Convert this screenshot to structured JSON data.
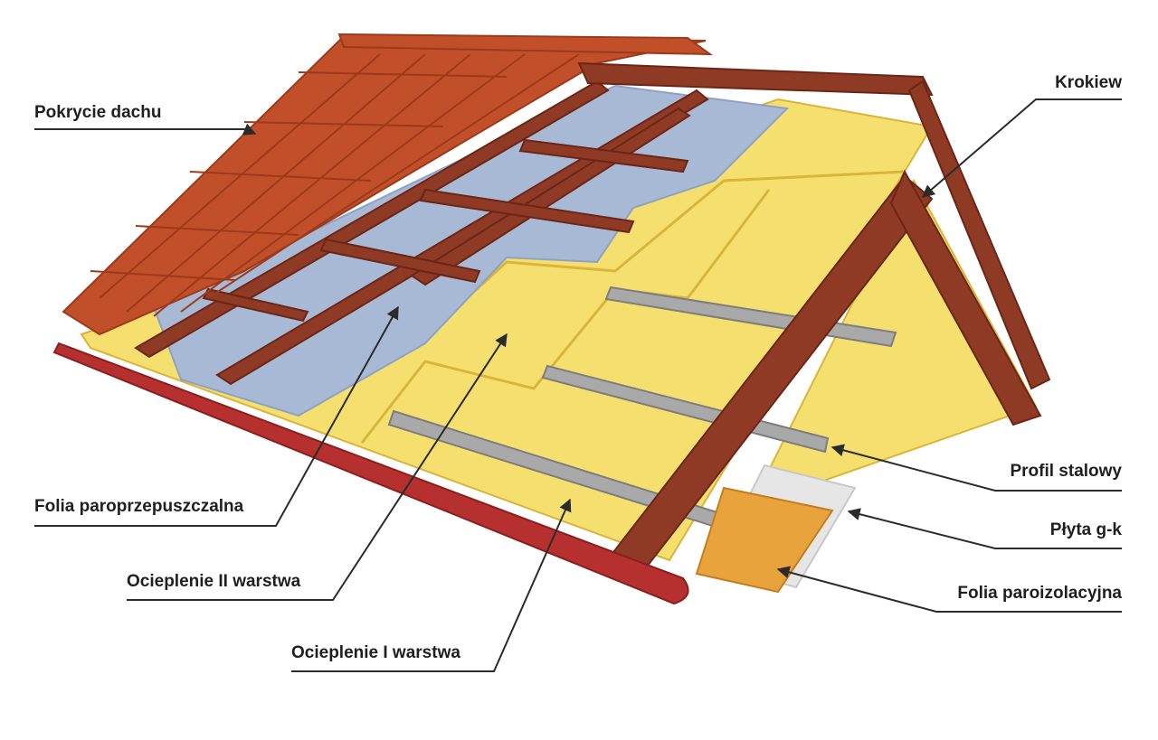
{
  "labels": {
    "pokrycie": "Pokrycie dachu",
    "krokiew": "Krokiew",
    "folia_paro": "Folia paroprzepuszczalna",
    "ocieplenie2": "Ocieplenie II warstwa",
    "ocieplenie1": "Ocieplenie I warstwa",
    "profil": "Profil stalowy",
    "plyta": "Płyta g-k",
    "folia_izol": "Folia paroizolacyjna"
  },
  "colors": {
    "tile": "#c1502a",
    "tile_dark": "#9c3a1b",
    "rafter": "#8e3a24",
    "rafter_dark": "#6b2616",
    "membrane": "#a8b9d6",
    "insulation": "#f5df6e",
    "insulation_edge": "#d9b53c",
    "steel": "#a9a9a9",
    "vapor": "#e8a33c",
    "plasterboard": "#e6e6e6",
    "gutter": "#b5302e",
    "line": "#2b2b2b"
  }
}
